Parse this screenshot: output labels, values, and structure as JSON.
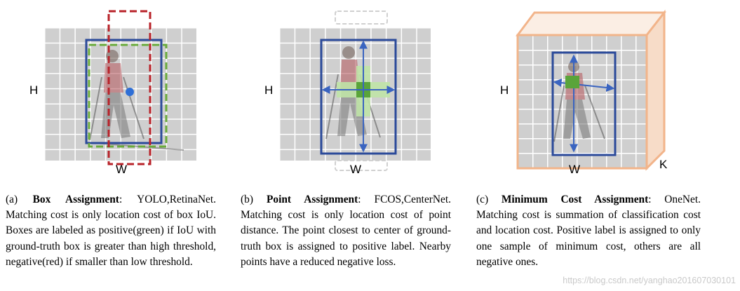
{
  "panels": {
    "a": {
      "h_label": "H",
      "w_label": "W",
      "caption": {
        "prefix": "(a) ",
        "bold": "Box Assignment",
        "text": ":  YOLO,RetinaNet. Matching cost is only location cost of box IoU. Boxes are labeled as positive(green) if IoU with ground-truth box is greater than high threshold, negative(red) if smaller than low threshold."
      }
    },
    "b": {
      "h_label": "H",
      "w_label": "W",
      "caption": {
        "prefix": "(b) ",
        "bold": "Point Assignment",
        "text": ": FCOS,CenterNet. Matching cost is only location cost of point distance. The point closest to center of ground-truth box is assigned to positive label.  Nearby points have a reduced negative loss."
      }
    },
    "c": {
      "h_label": "H",
      "w_label": "W",
      "k_label": "K",
      "caption": {
        "prefix": "(c) ",
        "bold": "Minimum Cost Assignment",
        "text": ":  OneNet. Matching cost is summation of classification cost and location cost.  Positive label is assigned to only one sample of minimum cost, others are all negative ones."
      }
    }
  },
  "colors": {
    "box_blue": "#2b4a9a",
    "positive_green": "#6aab3c",
    "negative_red": "#b8232a",
    "point_green": "#5aa43a",
    "light_green": "#bfe3a6",
    "arrow_blue": "#3a64c0",
    "cube_orange": "#f2b48a",
    "center_dot": "#2f6fd6",
    "grid_line": "#ffffff",
    "image_bg": "#cfcfcf"
  },
  "icons": {
    "a": "image-grid-with-boxes",
    "b": "image-grid-with-point",
    "c": "feature-cube"
  },
  "watermark": "https://blog.csdn.net/yanghao201607030101"
}
